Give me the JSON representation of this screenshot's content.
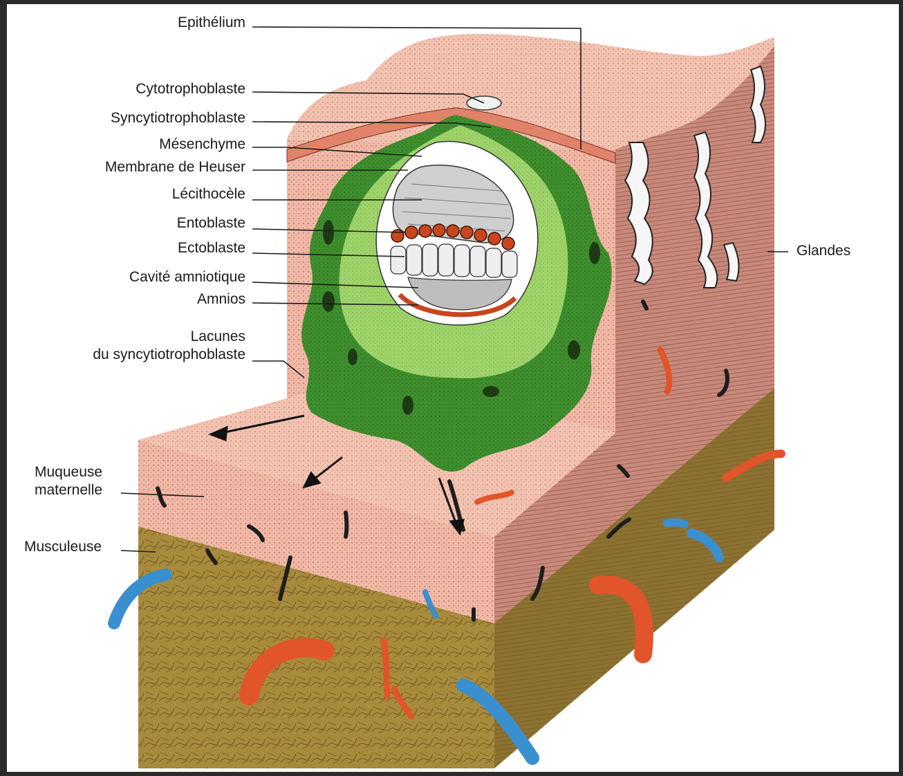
{
  "labels": {
    "epithelium": "Epithélium",
    "cytotrophoblaste": "Cytotrophoblaste",
    "syncytiotrophoblaste": "Syncytiotrophoblaste",
    "mesenchyme": "Mésenchyme",
    "membrane_heuser": "Membrane de Heuser",
    "lecithocele": "Lécithocèle",
    "entoblaste": "Entoblaste",
    "ectoblaste": "Ectoblaste",
    "cavite_amniotique": "Cavité amniotique",
    "amnios": "Amnios",
    "lacunes_line1": "Lacunes",
    "lacunes_line2": "du syncytiotrophoblaste",
    "glandes": "Glandes",
    "muqueuse_line1": "Muqueuse",
    "muqueuse_line2": "maternelle",
    "musculeuse": "Musculeuse"
  },
  "colors": {
    "mucosa": "#f2b8a6",
    "mucosa_side": "#c9897a",
    "muscle": "#a88a3c",
    "syncytio_dark": "#3f8f2e",
    "mesenchyme_light": "#9fd46a",
    "artery": "#e2542a",
    "vein": "#3a8fcf",
    "entoblast": "#c8461e"
  }
}
